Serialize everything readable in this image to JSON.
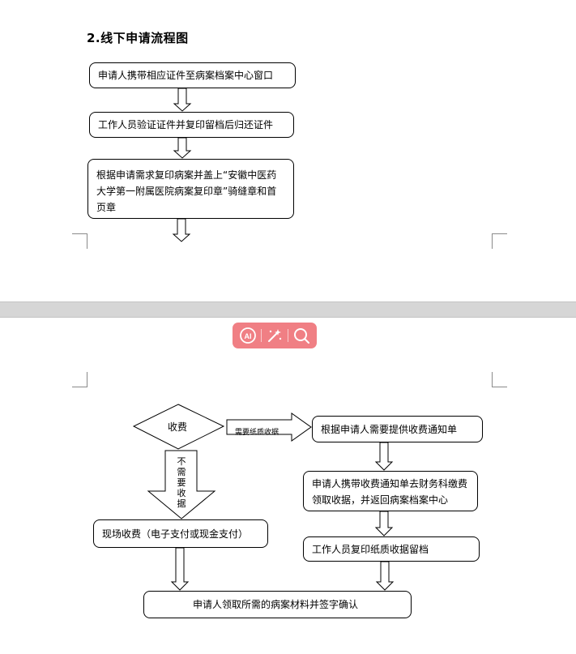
{
  "heading": "2.线下申请流程图",
  "page1": {
    "steps": [
      "申请人携带相应证件至病案档案中心窗口",
      "工作人员验证证件并复印留档后归还证件",
      "根据申请需求复印病案并盖上“安徽中医药大学第一附属医院病案复印章”骑缝章和首页章"
    ]
  },
  "page2": {
    "decision": "收费",
    "branch_right_label": "需要纸质收据",
    "branch_down_label": "不需要收据",
    "right_steps": [
      "根据申请人需要提供收费通知单",
      "申请人携带收费通知单去财务科缴费领取收据，并返回病案档案中心",
      "工作人员复印纸质收据留档"
    ],
    "left_step": "现场收费（电子支付或现金支付）",
    "final_step": "申请人领取所需的病案材料并签字确认"
  },
  "toolbar": {
    "icons": [
      "ai-icon",
      "magic-wand-icon",
      "search-icon"
    ],
    "accent": "#f07f84"
  }
}
